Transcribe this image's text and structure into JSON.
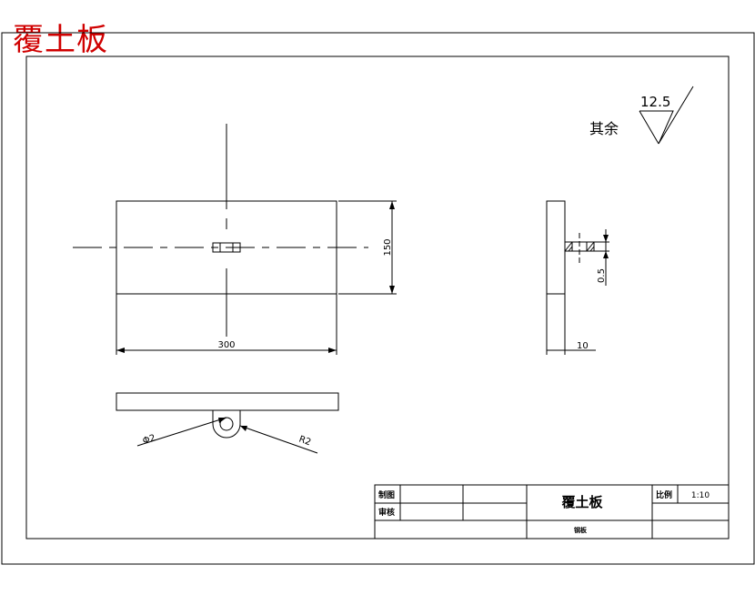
{
  "header": {
    "title": "覆土板"
  },
  "roughness": {
    "label": "其余",
    "value": "12.5"
  },
  "dimensions": {
    "width": "300",
    "height": "150",
    "thickness": "10",
    "detail": "0.5",
    "dia": "Φ2",
    "radius": "R2"
  },
  "title_block": {
    "drawn_label": "制图",
    "checked_label": "审核",
    "part_name": "覆土板",
    "scale_label": "比例",
    "scale_value": "1:10",
    "material": "钢板"
  }
}
